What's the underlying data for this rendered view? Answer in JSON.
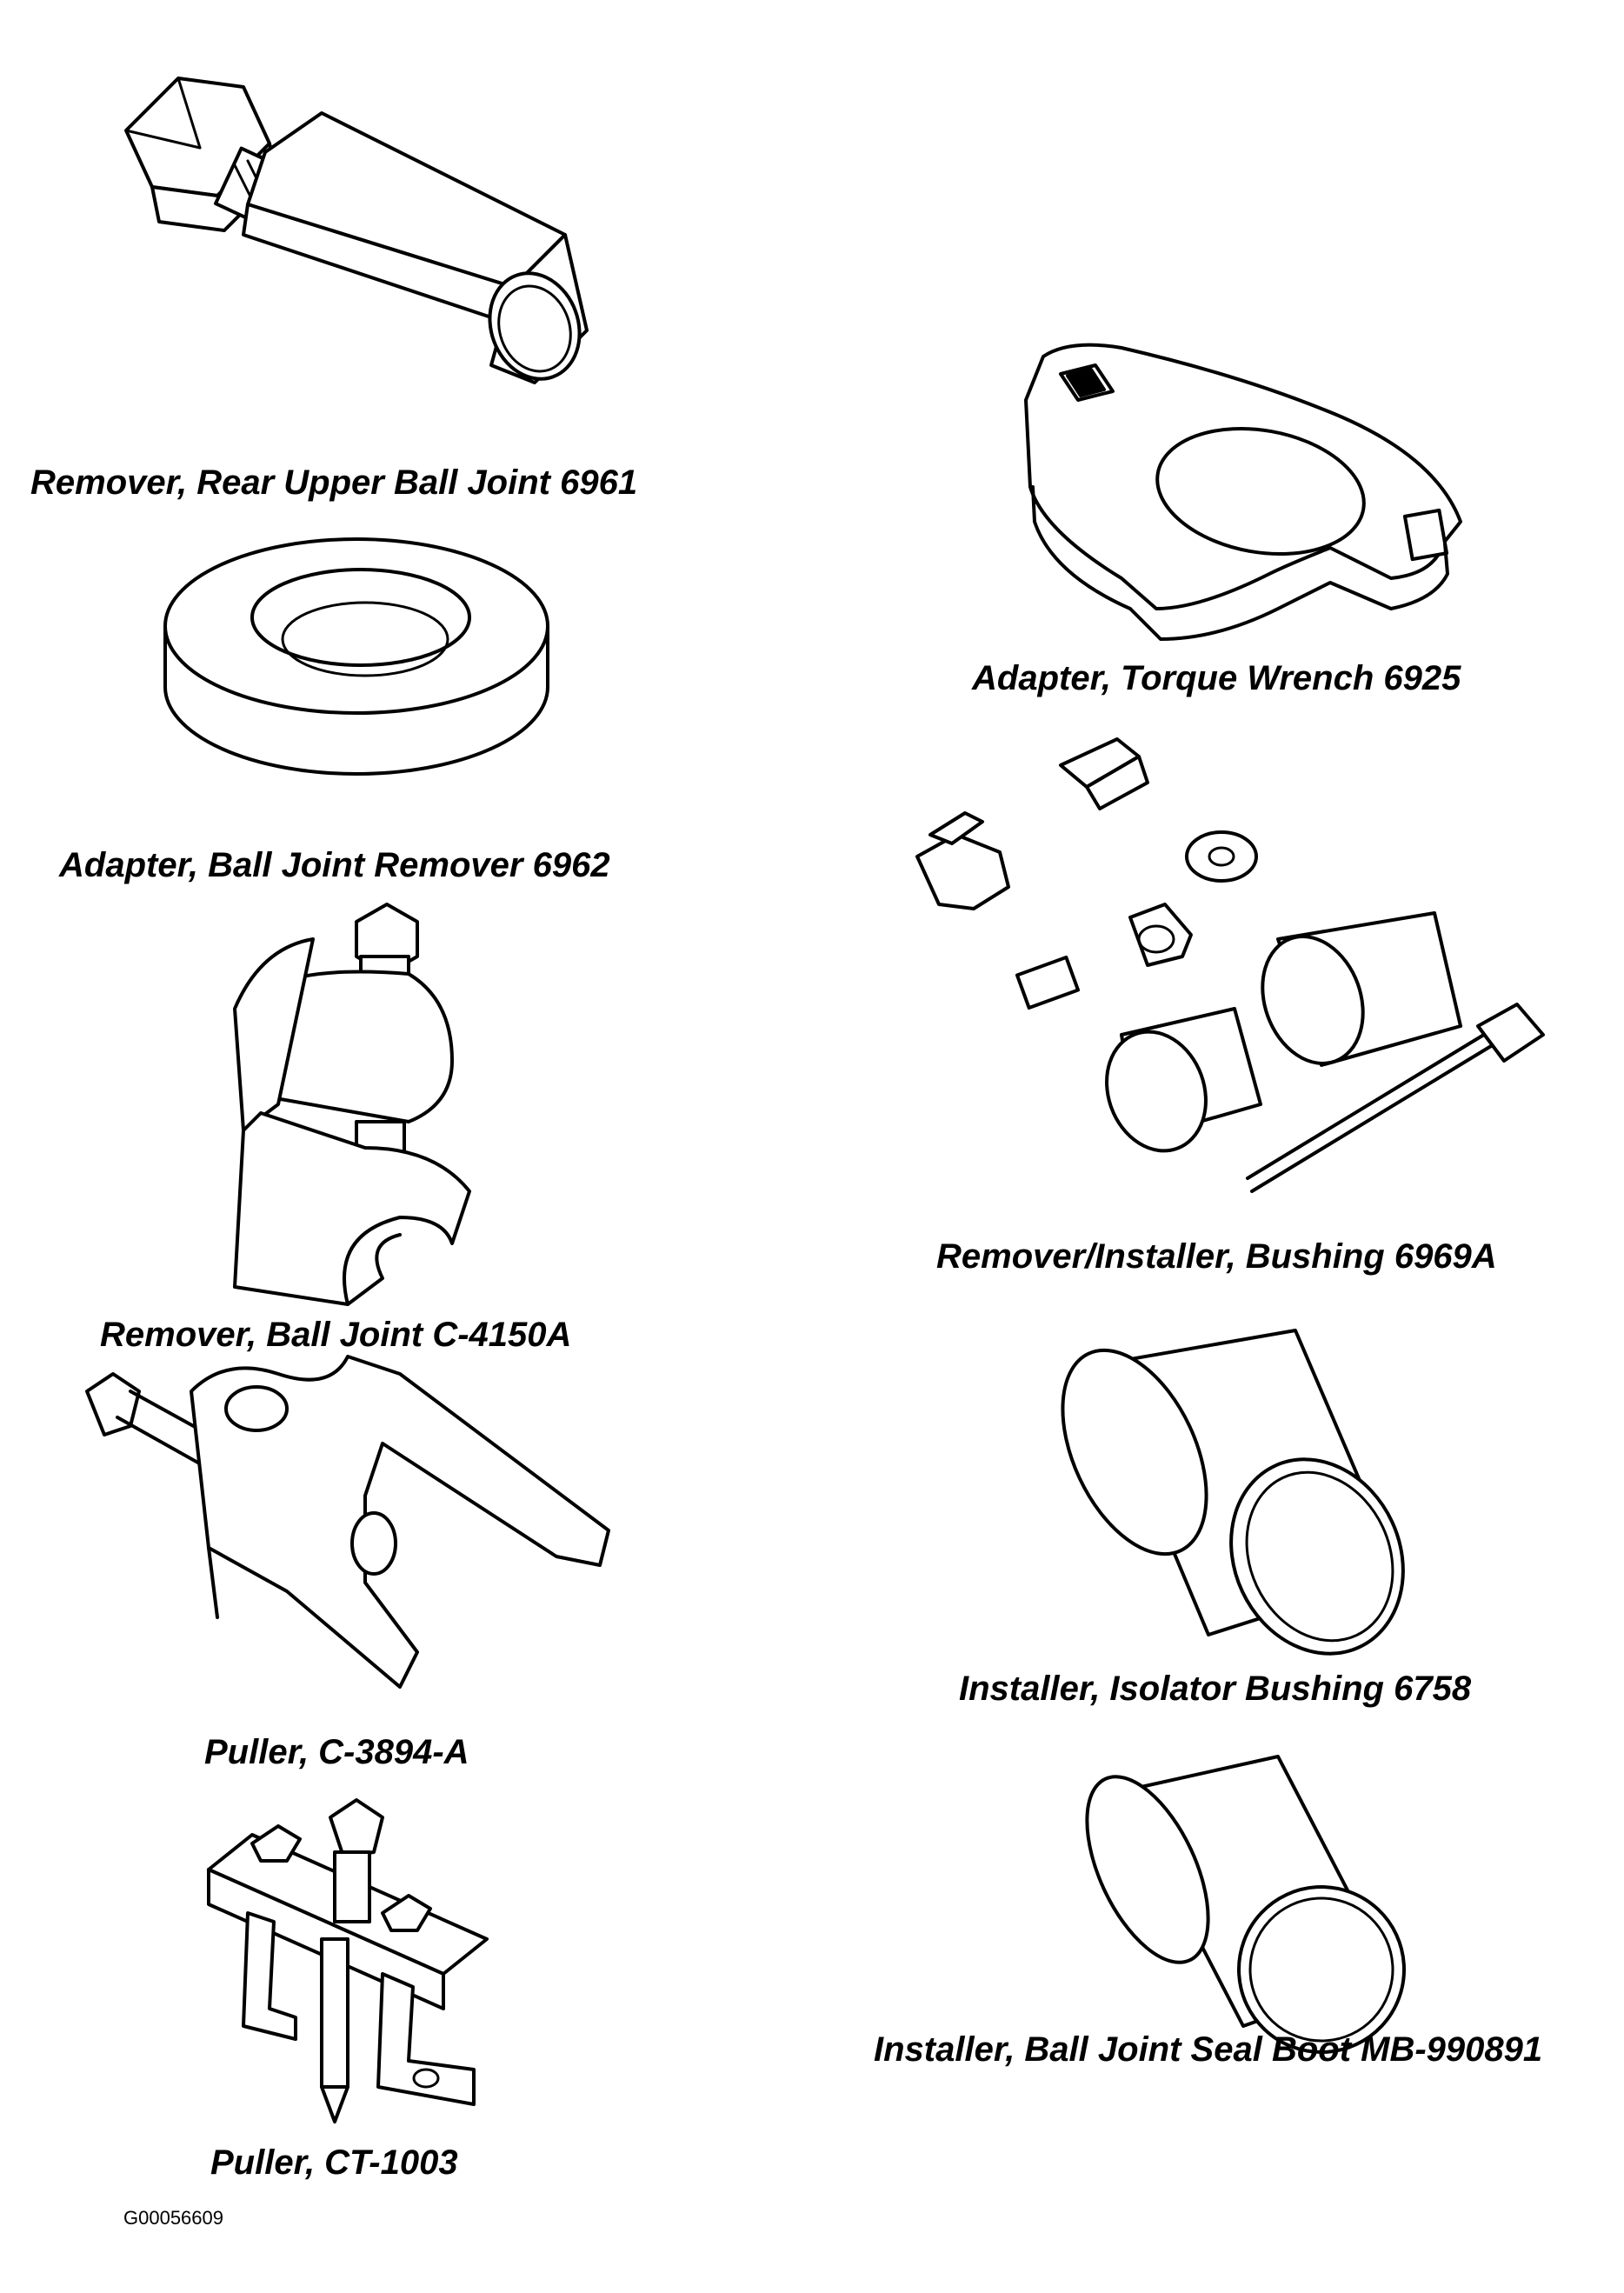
{
  "tools": [
    {
      "id": "rear-upper-ball-joint-remover",
      "label": "Remover, Rear Upper Ball Joint 6961"
    },
    {
      "id": "torque-wrench-adapter",
      "label": "Adapter, Torque Wrench 6925"
    },
    {
      "id": "ball-joint-remover-adapter",
      "label": "Adapter, Ball Joint Remover 6962"
    },
    {
      "id": "bushing-remover-installer",
      "label": "Remover/Installer, Bushing 6969A"
    },
    {
      "id": "ball-joint-remover",
      "label": "Remover, Ball Joint C-4150A"
    },
    {
      "id": "isolator-bushing-installer",
      "label": "Installer, Isolator Bushing 6758"
    },
    {
      "id": "puller-c3894a",
      "label": "Puller, C-3894-A"
    },
    {
      "id": "seal-boot-installer",
      "label": "Installer, Ball Joint Seal Boot MB-990891"
    },
    {
      "id": "puller-ct1003",
      "label": "Puller, CT-1003"
    }
  ],
  "figure_code": "G00056609"
}
